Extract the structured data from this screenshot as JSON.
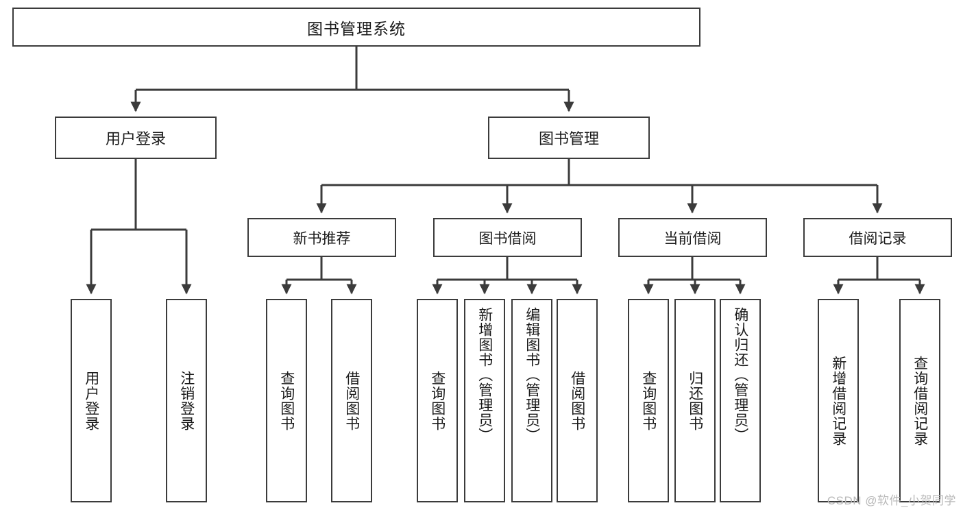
{
  "diagram": {
    "type": "tree",
    "title": "图书管理系统",
    "watermark": "CSDN @软件_小贺同学",
    "colors": {
      "box_border": "#3b3b3b",
      "box_fill": "#ffffff",
      "connector": "#3b3b3b",
      "text": "#1a1a1a",
      "watermark": "#b9b9b9"
    },
    "root": {
      "label": "图书管理系统"
    },
    "level1": [
      {
        "label": "用户登录"
      },
      {
        "label": "图书管理"
      }
    ],
    "level2": [
      {
        "label": "新书推荐"
      },
      {
        "label": "图书借阅"
      },
      {
        "label": "当前借阅"
      },
      {
        "label": "借阅记录"
      }
    ],
    "leaves": {
      "user_login": [
        {
          "label": "用户登录"
        },
        {
          "label": "注销登录"
        }
      ],
      "new_book_recommend": [
        {
          "label": "查询图书"
        },
        {
          "label": "借阅图书"
        }
      ],
      "book_borrow": [
        {
          "label": "查询图书"
        },
        {
          "label": "新增图书（管理员）"
        },
        {
          "label": "编辑图书（管理员）"
        },
        {
          "label": "借阅图书"
        }
      ],
      "current_borrow": [
        {
          "label": "查询图书"
        },
        {
          "label": "归还图书"
        },
        {
          "label": "确认归还（管理员）"
        }
      ],
      "borrow_record": [
        {
          "label": "新增借阅记录"
        },
        {
          "label": "查询借阅记录"
        }
      ]
    }
  }
}
